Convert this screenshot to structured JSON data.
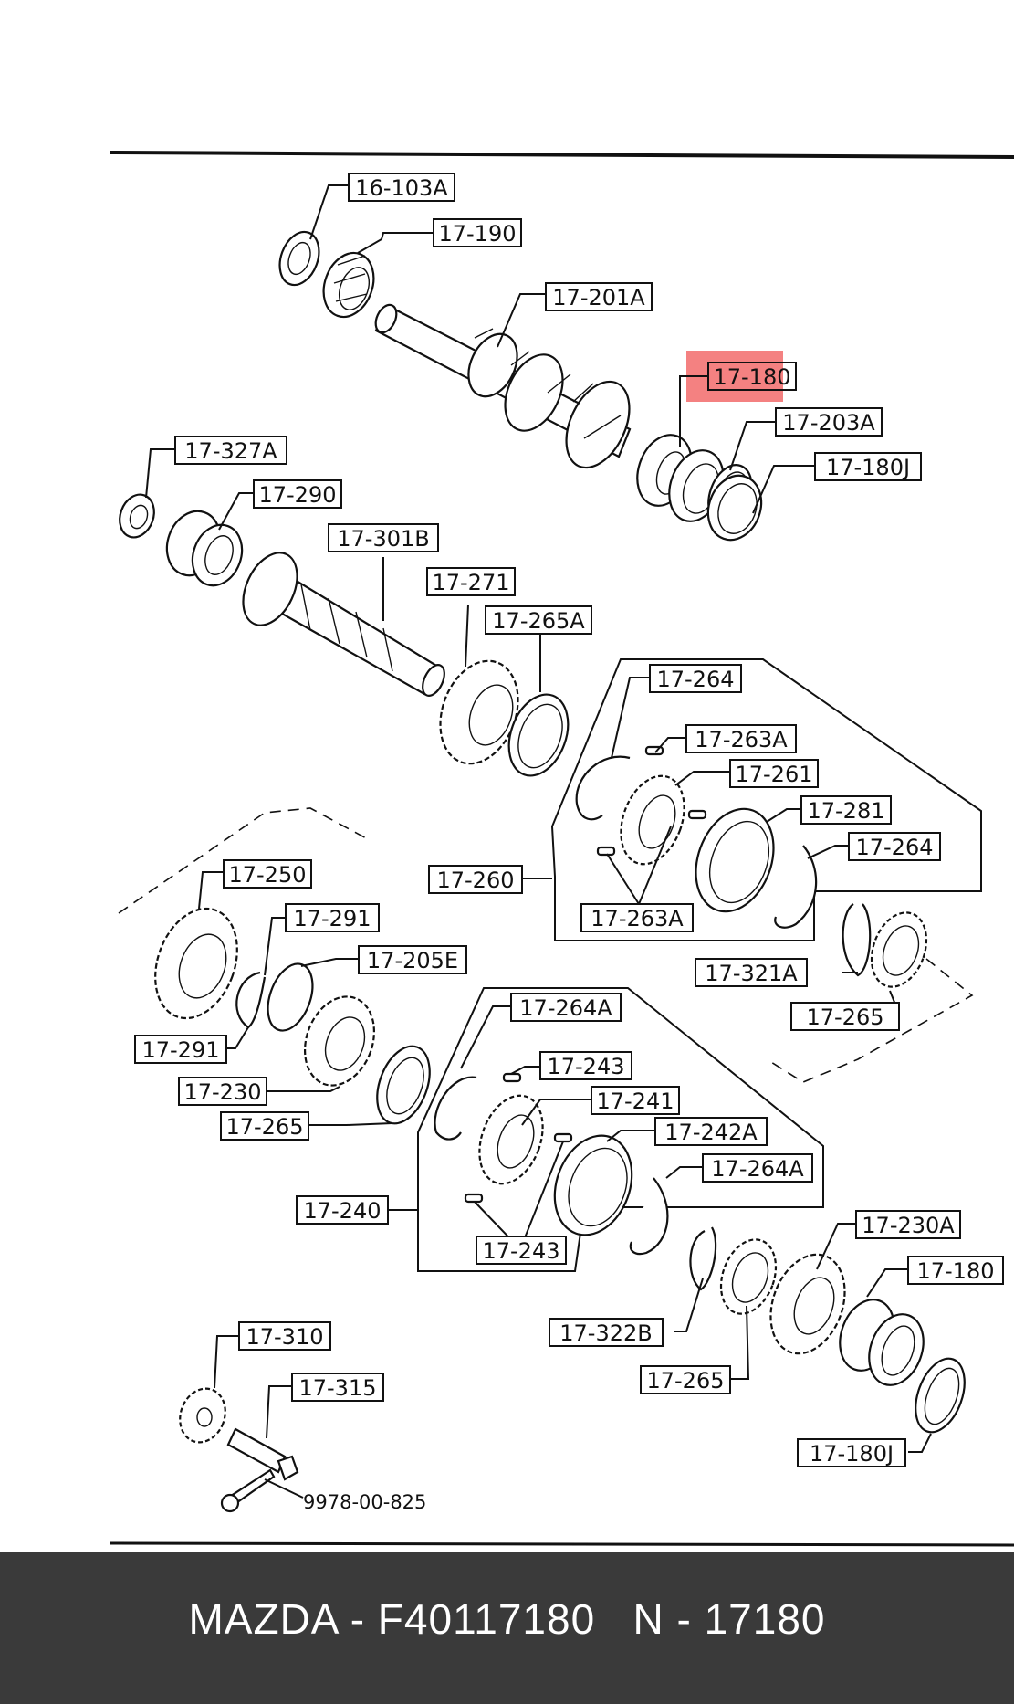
{
  "labels": {
    "l_16_103a": "16-103A",
    "l_17_190": "17-190",
    "l_17_201a": "17-201A",
    "l_17_180_top": "17-180",
    "l_17_203a": "17-203A",
    "l_17_180j_top": "17-180J",
    "l_17_327a": "17-327A",
    "l_17_290": "17-290",
    "l_17_301b": "17-301B",
    "l_17_271": "17-271",
    "l_17_265a": "17-265A",
    "l_17_264_a": "17-264",
    "l_17_263a_a": "17-263A",
    "l_17_261": "17-261",
    "l_17_281": "17-281",
    "l_17_264_b": "17-264",
    "l_17_260": "17-260",
    "l_17_263a_b": "17-263A",
    "l_17_321a": "17-321A",
    "l_17_265_a": "17-265",
    "l_17_250": "17-250",
    "l_17_291_a": "17-291",
    "l_17_205e": "17-205E",
    "l_17_291_b": "17-291",
    "l_17_230": "17-230",
    "l_17_265_b": "17-265",
    "l_17_264a_a": "17-264A",
    "l_17_243_a": "17-243",
    "l_17_241": "17-241",
    "l_17_242a": "17-242A",
    "l_17_264a_b": "17-264A",
    "l_17_240": "17-240",
    "l_17_243_b": "17-243",
    "l_17_230a": "17-230A",
    "l_17_180_b": "17-180",
    "l_17_322b": "17-322B",
    "l_17_265_c": "17-265",
    "l_17_180j_b": "17-180J",
    "l_17_310": "17-310",
    "l_17_315": "17-315",
    "l_9978": "9978-00-825"
  },
  "highlight_color": "#f26b6b",
  "footer": {
    "text": "MAZDA - F40117180   N - 17180"
  }
}
